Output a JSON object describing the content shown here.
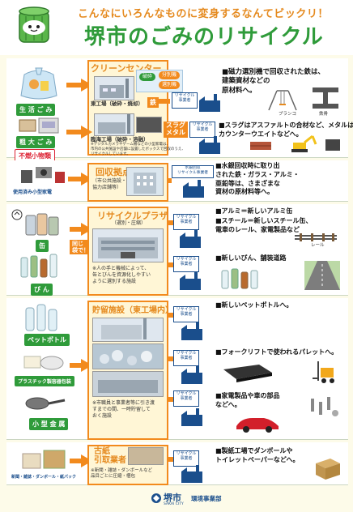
{
  "header": {
    "subtitle": "こんなにいろんなものに変身するなんてビックリ！",
    "title": "堺市のごみのリサイクル"
  },
  "rows": {
    "r1": {
      "label1": "生 活 ご み",
      "fac_title": "クリーンセンター",
      "pill1": "破砕",
      "pill2": "分別機",
      "pill3": "選別機",
      "plant1": "東工場（破砕・焼却）",
      "tag_iron": "鉄",
      "box1": "リサイクル\n事業者",
      "desc": "■磁力選別機で回収された鉄は、\n建築資材などの\n原材料へ。",
      "cap1": "ブランコ",
      "cap2": "鉄骨"
    },
    "r2": {
      "label1": "粗 大 ご み",
      "label2": "不燃小物類",
      "plant2": "臨海工場（破砕・溶融）",
      "tag": "スラグ\nメタル",
      "box": "リサイクル\n事業者",
      "note": "※デジタルカメラやゲーム機などの小型家電は、\n市内の公共施設や店舗に設置したボックスで回収のうえ、\nリサイクルしています。",
      "desc": "■スラグはアスファルトの合材など、メタルは\nカウンターウエイトなどへ。"
    },
    "r3": {
      "label": "使用済み小型家電",
      "fac_title": "回収拠点",
      "fac_sub": "（市公共施設・\n協力店舗等）",
      "box": "水銀回収\nリサイクル事業者",
      "desc": "■水銀回収時に取り出\nされた鉄・ガラス・アルミ・\n亜鉛等は、さまざまな\n資材の原材料等へ。"
    },
    "r4": {
      "label_can": "缶",
      "label_bin": "び ん",
      "tag_same": "同じ\n袋で！",
      "fac_title": "リサイクルプラザ",
      "fac_sub": "（選別・圧縮）",
      "note": "※人の手と機械によって、\n缶とびんを資源化しやすい\nように選別する施設",
      "box1": "リサイクル\n事業者",
      "box2": "リサイクル\n事業者",
      "desc1": "■アルミ＝新しいアルミ缶",
      "desc2": "■スチール＝新しいスチール缶、\n電車のレール、家電製品など",
      "cap_rail": "レール",
      "desc3": "■新しいびん、舗装道路"
    },
    "r5": {
      "label_pet": "ペットボトル",
      "label_plastic": "プラスチック製容器包装",
      "label_metal": "小 型 金 属",
      "fac_title": "貯留施設（東工場内）",
      "note": "※市職員と事業者等に引き渡\nすまでの間、一時貯留して\nおく施設",
      "box1": "リサイクル\n事業者",
      "box2": "リサイクル\n事業者",
      "box3": "リサイクル\n事業者",
      "desc1": "■新しいペットボトルへ。",
      "desc2": "■フォークリフトで使われるパレットへ。",
      "desc3": "■家電製品や車の部品\nなどへ。"
    },
    "r6": {
      "label": "新聞・雑誌・ダンボール・紙パック",
      "fac_title": "古紙\n引取業者",
      "note": "※新聞・雑誌・ダンボールなど\n品目ごとに圧縮・梱包",
      "box": "リサイクル\n事業者",
      "desc": "■製紙工場でダンボールや\nトイレットペーパーなどへ。"
    }
  },
  "footer": {
    "logo": "堺市",
    "dept": "環境事業部",
    "logo_sub": "SAKAI CITY"
  },
  "colors": {
    "green": "#2f9b3a",
    "orange": "#f28a1d",
    "navy": "#1a4e8c",
    "cream": "#fdfbe9"
  }
}
